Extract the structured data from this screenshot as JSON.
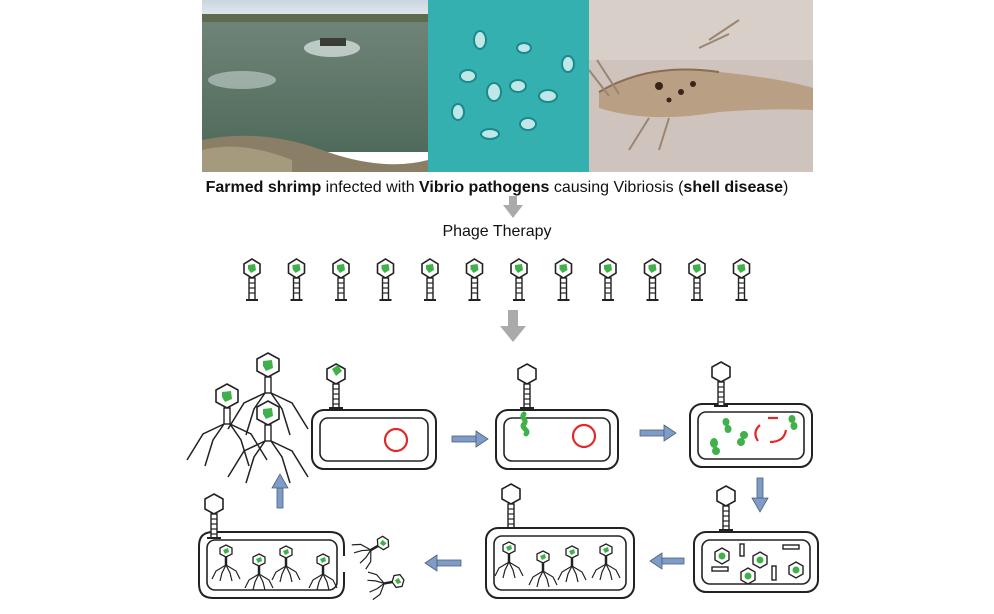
{
  "caption": {
    "part1_bold": "Farmed shrimp",
    "part2": " infected with ",
    "part3_bold": "Vibrio pathogens",
    "part4": " causing Vibriosis (",
    "part5_bold": "shell disease",
    "part6": ")"
  },
  "therapy_label": "Phage Therapy",
  "colors": {
    "arrow_gray": "#aaaaaa",
    "arrow_blue": "#7f9cc6",
    "phage_dna": "#3fb04a",
    "bacterial_dna": "#e02a2a",
    "outline": "#222222"
  },
  "photos": [
    {
      "subject": "aquaculture-pond"
    },
    {
      "subject": "vibrio-culture-plate"
    },
    {
      "subject": "diseased-shrimp"
    }
  ],
  "phage_row_count": 12,
  "lifecycle_steps": [
    {
      "id": "attachment"
    },
    {
      "id": "dna-injection"
    },
    {
      "id": "replication"
    },
    {
      "id": "assembly"
    },
    {
      "id": "maturation"
    },
    {
      "id": "lysis-release"
    }
  ]
}
